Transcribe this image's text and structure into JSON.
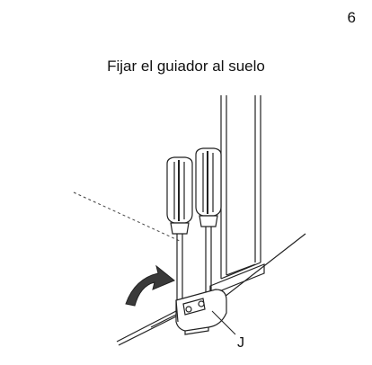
{
  "page": {
    "number": "6"
  },
  "step": {
    "title": "Fijar el guiador al suelo"
  },
  "figure": {
    "callout_label": "J",
    "colors": {
      "line": "#222222",
      "arrow_fill": "#3a3a3a",
      "background": "#ffffff"
    },
    "icons": [
      "screwdriver-icon",
      "rotation-arrow-icon",
      "floor-guide-bracket-icon"
    ]
  }
}
